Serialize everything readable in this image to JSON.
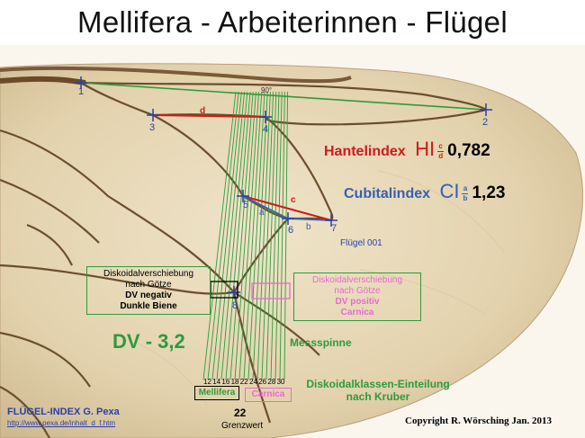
{
  "title": "Mellifera - Arbeiterinnen - Flügel",
  "colors": {
    "hantel": "#d11a1a",
    "cubital": "#3760b0",
    "green": "#2e9a3e",
    "pink": "#e86ad0",
    "point_blue": "#2b3fa8"
  },
  "points": {
    "p1": "1",
    "p2": "2",
    "p3": "3",
    "p4": "4",
    "p5": "5",
    "p6": "6",
    "p7": "7",
    "p8": "8"
  },
  "letters": {
    "a": "a",
    "b": "b",
    "c": "c",
    "d": "d"
  },
  "angle": "90°",
  "hantelindex": {
    "label": "Hantelindex",
    "symbol": "HI",
    "numerator": "c",
    "denominator": "d",
    "value": "0,782"
  },
  "cubitalindex": {
    "label": "Cubitalindex",
    "symbol": "CI",
    "numerator": "a",
    "denominator": "b",
    "value": "1,23"
  },
  "wing_id": "Flügel 001",
  "dv_negative_box": {
    "line1": "Diskoidalverschiebung",
    "line2": "nach Götze",
    "line3": "DV negativ",
    "line4": "Dunkle Biene"
  },
  "dv_positive_box": {
    "line1": "Diskoidalverschiebung",
    "line2": "nach Götze",
    "line3": "DV positiv",
    "line4": "Carnica"
  },
  "dv_value": {
    "label": "DV",
    "value": "- 3,2"
  },
  "messspinne": "Messspinne",
  "class_division": {
    "line1": "Diskoidalklassen-Einteilung",
    "line2": "nach Kruber"
  },
  "scale_ticks": [
    "12",
    "14",
    "16",
    "18",
    "22",
    "24",
    "26",
    "28",
    "30"
  ],
  "mellifera_label": "Mellifera",
  "carnica_label": "Carnica",
  "threshold": {
    "value": "22",
    "label": "Grenzwert"
  },
  "footer_left": {
    "line1": "FLÜGEL-INDEX G. Pexa",
    "line2": "http://www.pexa.de/inhalt_d_f.htm"
  },
  "copyright": "Copyright R. Wörsching Jan. 2013"
}
